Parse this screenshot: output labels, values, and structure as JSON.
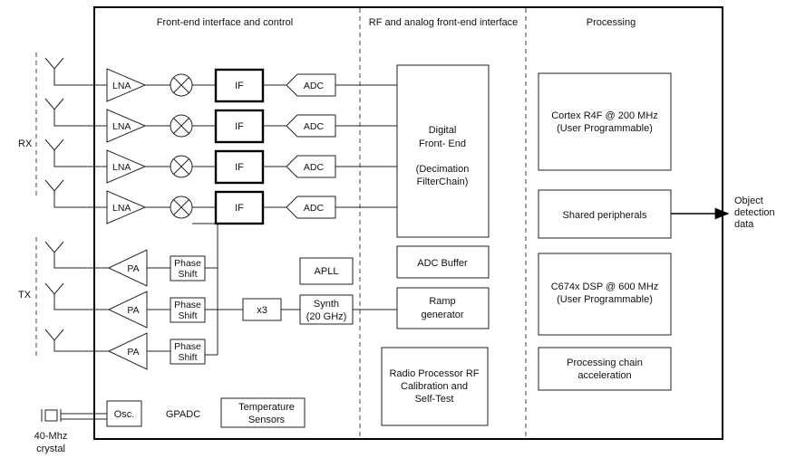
{
  "sections": {
    "frontend": "Front-end interface and control",
    "rf": "RF and analog front-end interface",
    "processing": "Processing"
  },
  "rx_label": "RX",
  "tx_label": "TX",
  "lna": "LNA",
  "if_label": "IF",
  "adc": "ADC",
  "pa": "PA",
  "phase_shift": [
    "Phase",
    "Shift"
  ],
  "x3": "x3",
  "synth": [
    "Synth",
    "(20 GHz)"
  ],
  "apll": "APLL",
  "adc_buffer": "ADC Buffer",
  "ramp": [
    "Ramp",
    "generator"
  ],
  "dfe": [
    "Digital",
    "Front- End",
    "(Decimation",
    "FilterChain)"
  ],
  "radio_proc": [
    "Radio Processor RF",
    "Calibration and",
    "Self-Test"
  ],
  "cortex": [
    "Cortex R4F @ 200 MHz",
    "(User Programmable)"
  ],
  "shared": "Shared peripherals",
  "dsp": [
    "C674x DSP @ 600 MHz",
    "(User Programmable)"
  ],
  "proc_chain": [
    "Processing chain",
    "acceleration"
  ],
  "osc": "Osc.",
  "gpadc": "GPADC",
  "temp": [
    "Temperature",
    "Sensors"
  ],
  "crystal": [
    "40-Mhz",
    "crystal"
  ],
  "output": [
    "Object",
    "detection",
    "data"
  ]
}
